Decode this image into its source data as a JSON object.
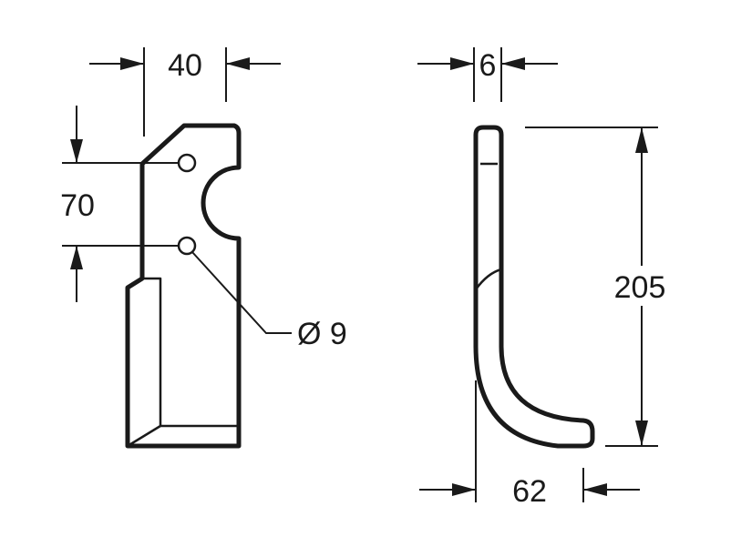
{
  "dimensions": {
    "width_front": "40",
    "hole_spacing": "70",
    "hole_diameter": "Ø 9",
    "thickness": "6",
    "height": "205",
    "bend_width": "62"
  }
}
